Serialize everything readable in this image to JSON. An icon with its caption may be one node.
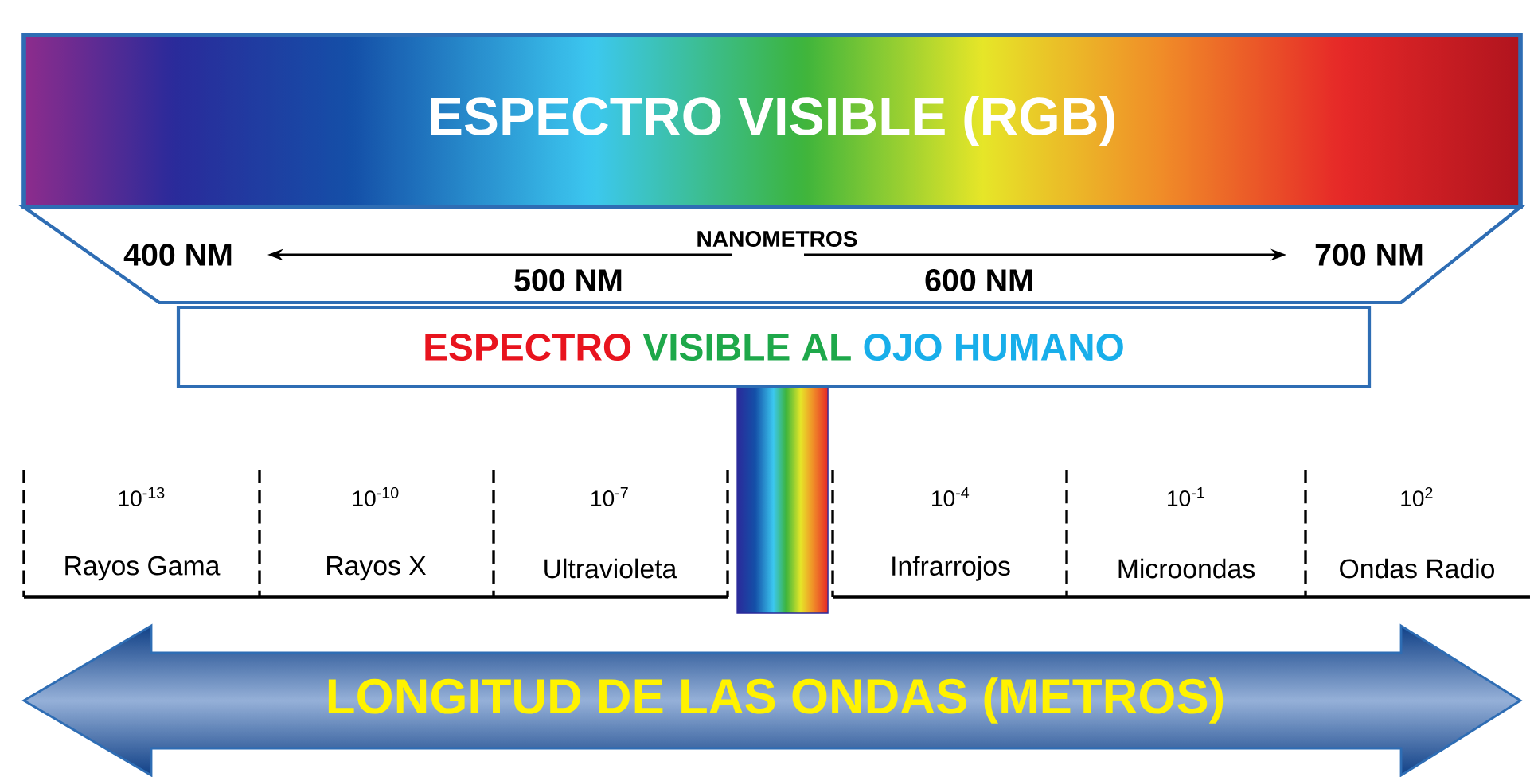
{
  "diagram": {
    "nodes": [
      {
        "text": [
          "ESPECTRO VISIBLE (RGB)"
        ]
      },
      {
        "text": [
          "ESPECTRO",
          "VISIBLE AL",
          "OJO HUMANO"
        ]
      },
      {
        "text": [
          "LONGITUD DE LAS ONDAS (METROS)"
        ]
      }
    ],
    "labels": [
      "NANOMETROS",
      "400 NM",
      "700 NM",
      "500 NM",
      "600 NM",
      "10$^{-13}$",
      "10$^{-10}$",
      "10$^{-7}$",
      "10$^{-4}$",
      "10$^{-1}$",
      "10$^{2}$",
      "Rayos Gama",
      "Rayos X",
      "Ultravioleta",
      "Infrarrojos",
      "Microondas",
      "Ondas Radio"
    ]
  }
}
